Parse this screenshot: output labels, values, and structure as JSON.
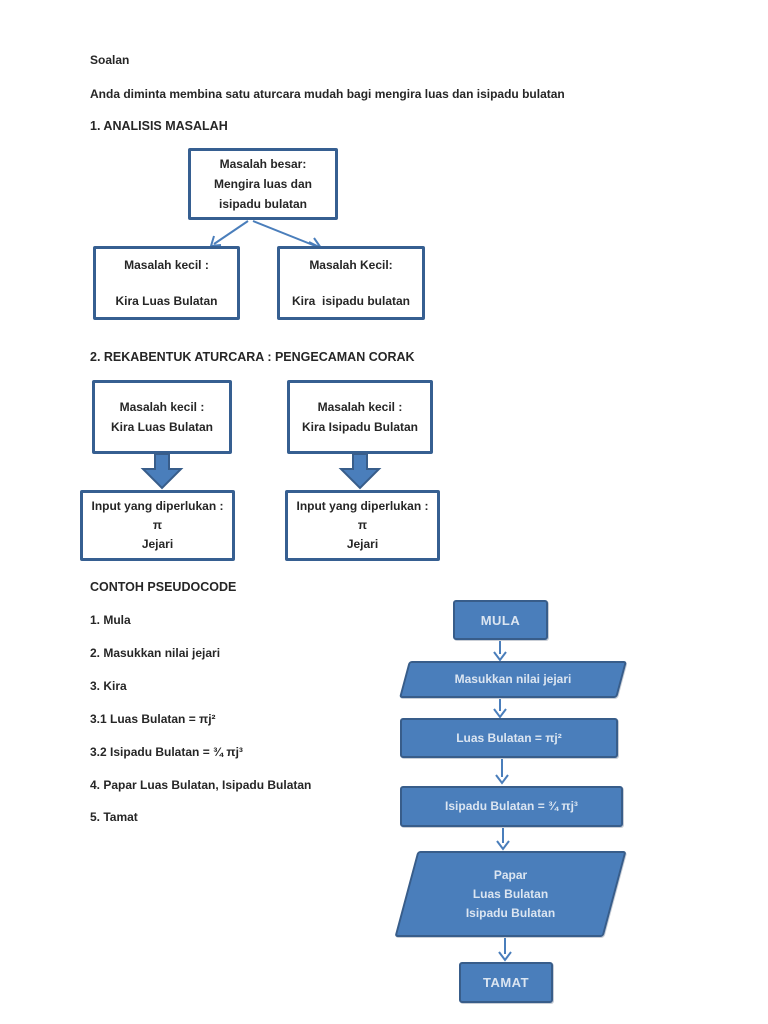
{
  "doc": {
    "title": "Soalan",
    "intro": "Anda diminta membina satu aturcara mudah bagi mengira luas dan isipadu bulatan",
    "section1": {
      "heading": "1. ANALISIS MASALAH",
      "main_box": {
        "line1": "Masalah besar:",
        "line2": "Mengira luas dan",
        "line3": "isipadu bulatan"
      },
      "left_box": {
        "line1": "Masalah kecil :",
        "line2": "Kira Luas Bulatan"
      },
      "right_box": {
        "line1": "Masalah Kecil:",
        "line2": "Kira  isipadu bulatan"
      }
    },
    "section2": {
      "heading": "2. REKABENTUK ATURCARA : PENGECAMAN CORAK",
      "left_box": {
        "line1": "Masalah kecil :",
        "line2": "Kira Luas Bulatan"
      },
      "right_box": {
        "line1": "Masalah kecil :",
        "line2": "Kira Isipadu Bulatan"
      },
      "left_input_box": {
        "line1": "Input yang diperlukan :",
        "line2": "π",
        "line3": "Jejari"
      },
      "right_input_box": {
        "line1": "Input yang diperlukan :",
        "line2": "π",
        "line3": "Jejari"
      }
    },
    "pseudocode": {
      "heading": "CONTOH PSEUDOCODE",
      "steps": [
        "1. Mula",
        "2. Masukkan nilai jejari",
        "3. Kira",
        "3.1 Luas Bulatan = πj²",
        "3.2 Isipadu Bulatan = ¾ πj³",
        "4. Papar Luas Bulatan, Isipadu Bulatan",
        "5. Tamat"
      ]
    },
    "flowchart": {
      "start": "MULA",
      "input": "Masukkan nilai jejari",
      "process1": "Luas Bulatan = πj²",
      "process2": "Isipadu Bulatan = ¾ πj³",
      "output": {
        "line1": "Papar",
        "line2": "Luas Bulatan",
        "line3": "Isipadu Bulatan"
      },
      "end": "TAMAT"
    },
    "colors": {
      "shape_fill": "#4a7ebb",
      "shape_border": "#385d8a",
      "outline_box_border": "#365f91",
      "body_text": "#262626",
      "shape_text": "#dbe5f1",
      "arrow": "#4a7ebb"
    }
  }
}
